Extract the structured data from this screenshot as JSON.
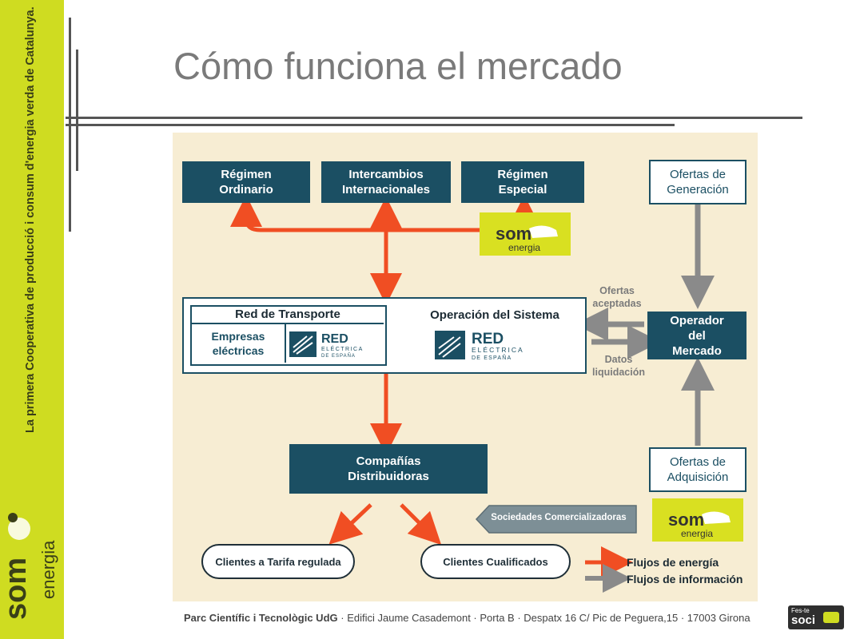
{
  "sidebar": {
    "tagline": "La primera Cooperativa de producció i consum d'energia verda de Catalunya.",
    "logo_word": "som",
    "logo_sub": "energia"
  },
  "title": "Cómo funciona el mercado",
  "diagram": {
    "regimen_ordinario": [
      "Régimen",
      "Ordinario"
    ],
    "intercambios": [
      "Intercambios",
      "Internacionales"
    ],
    "regimen_especial": [
      "Régimen",
      "Especial"
    ],
    "ofertas_generacion": [
      "Ofertas de",
      "Generación"
    ],
    "red_transporte": "Red de Transporte",
    "empresas_electricas": [
      "Empresas",
      "eléctricas"
    ],
    "operacion_sistema": "Operación del Sistema",
    "red_logo_main": "RED",
    "red_logo_line1": "ELÉCTRICA",
    "red_logo_line2": "DE ESPAÑA",
    "ofertas_aceptadas": [
      "Ofertas",
      "aceptadas"
    ],
    "datos_liquidacion": [
      "Datos",
      "liquidación"
    ],
    "operador_mercado": [
      "Operador",
      "del",
      "Mercado"
    ],
    "companias_distribuidoras": [
      "Compañías",
      "Distribuidoras"
    ],
    "ofertas_adquisicion": [
      "Ofertas de",
      "Adquisición"
    ],
    "sociedades": "Sociedades Comercializadoras",
    "clientes_tarifa": "Clientes a Tarifa regulada",
    "clientes_cualificados": "Clientes Cualificados",
    "legend_energia": "Flujos de energía",
    "legend_informacion": "Flujos de información",
    "som_word": "som",
    "som_sub": "energia"
  },
  "footer": {
    "text_bold": "Parc Científic i Tecnològic UdG",
    "text_rest": " · Edifici Jaume Casademont · Porta B · Despatx 16 C/ Pic de Peguera,15 · 17003 Girona",
    "badge_top": "Fes-te",
    "badge_main": "soci"
  },
  "colors": {
    "sidebar": "#cfdc21",
    "box": "#1b4f63",
    "energy_arrow": "#f04e23",
    "info_arrow": "#8a8a8a",
    "panel": "#f7edd3"
  }
}
